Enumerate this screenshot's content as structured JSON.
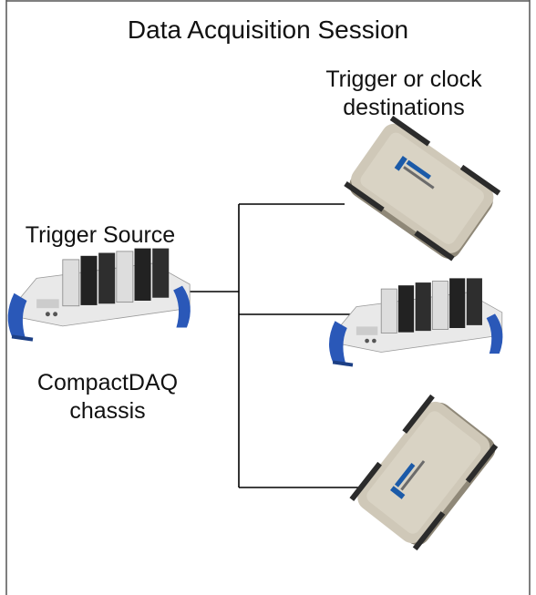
{
  "title": "Data Acquisition Session",
  "destinations_label_line1": "Trigger or clock",
  "destinations_label_line2": "destinations",
  "source_label": "Trigger Source",
  "chassis_label_line1": "CompactDAQ",
  "chassis_label_line2": "chassis",
  "colors": {
    "frame": "#555555",
    "connector_line": "#000000",
    "device_body": "#cfc8b8",
    "device_shadow": "#8f8878",
    "connector_strip": "#2b2b2b",
    "chassis_frame": "#2a58b8",
    "module_dark": "#222222",
    "chassis_panel": "#e9e9e9"
  },
  "icons": {
    "device": "usb-daq-device-icon",
    "chassis": "compactdaq-chassis-icon"
  }
}
